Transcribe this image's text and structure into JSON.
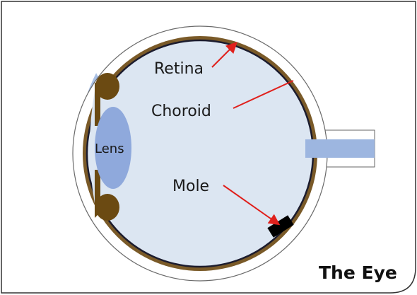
{
  "diagram": {
    "title": "The Eye",
    "labels": {
      "retina": "Retina",
      "choroid": "Choroid",
      "lens": "Lens",
      "mole": "Mole"
    },
    "colors": {
      "frame": "#333333",
      "eye_fill": "#dce6f2",
      "choroid": "#7a5a28",
      "retina_line": "#1c1c2e",
      "cornea": "#a8bfe4",
      "lens": "#8fa9dc",
      "optic_nerve": "#9db6e0",
      "ciliary": "#6b4a12",
      "mole": "#000000",
      "arrow": "#e0201c"
    }
  }
}
